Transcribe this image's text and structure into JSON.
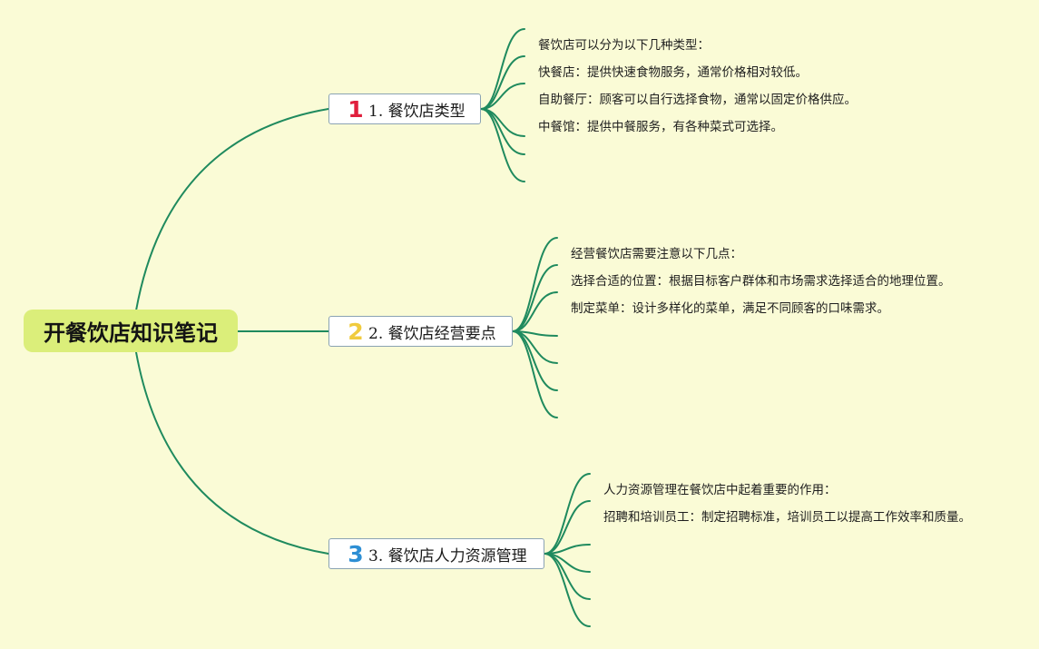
{
  "root": {
    "title": "开餐饮店知识笔记"
  },
  "topics": [
    {
      "marker": "1",
      "label": "1. 餐饮店类型",
      "leaves": [
        "餐饮店可以分为以下几种类型：",
        "快餐店：提供快速食物服务，通常价格相对较低。",
        "自助餐厅：顾客可以自行选择食物，通常以固定价格供应。",
        "中餐馆：提供中餐服务，有各种菜式可选择。",
        "",
        ""
      ]
    },
    {
      "marker": "2",
      "label": "2. 餐饮店经营要点",
      "leaves": [
        "经营餐饮店需要注意以下几点：",
        "选择合适的位置：根据目标客户群体和市场需求选择适合的地理位置。",
        "制定菜单：设计多样化的菜单，满足不同顾客的口味需求。",
        "",
        "",
        "",
        ""
      ]
    },
    {
      "marker": "3",
      "label": "3. 餐饮店人力资源管理",
      "leaves": [
        "人力资源管理在餐饮店中起着重要的作用：",
        "招聘和培训员工：制定招聘标准，培训员工以提高工作效率和质量。",
        "",
        "",
        "",
        ""
      ]
    }
  ],
  "colors": {
    "background": "#fafbd6",
    "connector": "#1f8a5e",
    "root_fill": "#dbee7a",
    "topic_border": "#8aa3b3",
    "marker_1": "#e01f3d",
    "marker_2": "#f0cb3e",
    "marker_3": "#2e8fd4"
  }
}
